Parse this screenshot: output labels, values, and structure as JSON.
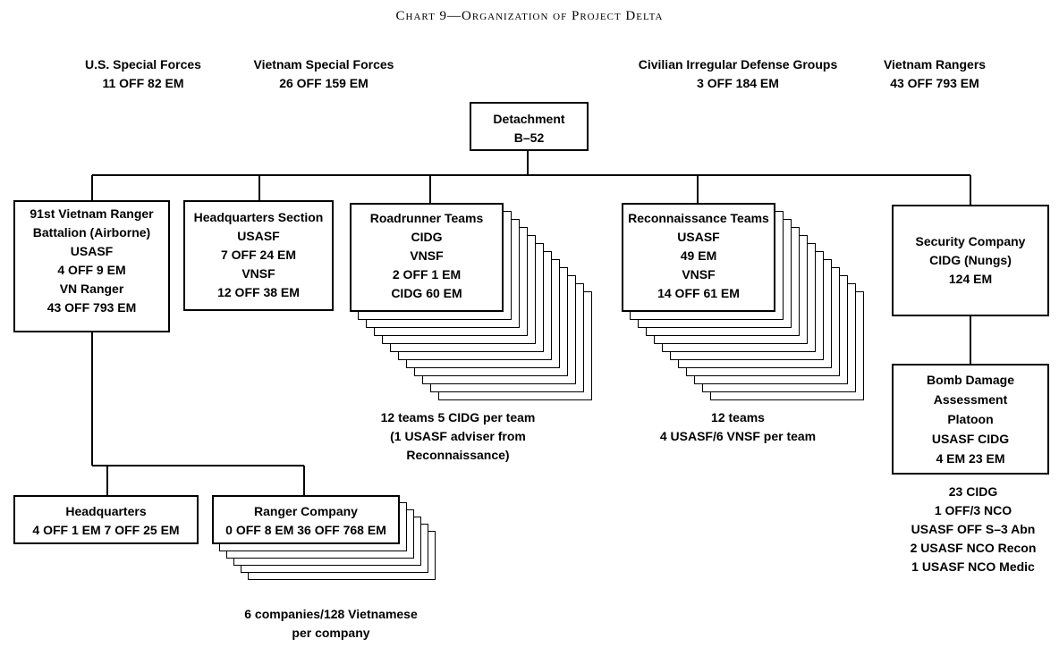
{
  "title": "Chart 9—Organization of Project Delta",
  "summary": [
    {
      "name": "U.S. Special Forces",
      "count": "11 OFF 82 EM"
    },
    {
      "name": "Vietnam Special Forces",
      "count": "26 OFF 159 EM"
    },
    {
      "name": "Civilian Irregular Defense Groups",
      "count": "3 OFF 184 EM"
    },
    {
      "name": "Vietnam Rangers",
      "count": "43 OFF 793 EM"
    }
  ],
  "root": {
    "lines": [
      "Detachment",
      "B–52"
    ]
  },
  "units": {
    "ranger_battalion": {
      "lines": [
        "91st Vietnam Ranger",
        "Battalion (Airborne)",
        "USASF",
        "4 OFF 9 EM",
        "VN Ranger",
        "43 OFF 793 EM"
      ]
    },
    "hq_section": {
      "lines": [
        "Headquarters Section",
        "USASF",
        "7 OFF 24 EM",
        "VNSF",
        "12 OFF 38 EM"
      ]
    },
    "roadrunner": {
      "lines": [
        "Roadrunner Teams",
        "CIDG",
        "VNSF",
        "2 OFF 1 EM",
        "CIDG 60 EM"
      ]
    },
    "recon": {
      "lines": [
        "Reconnaissance Teams",
        "USASF",
        "49 EM",
        "VNSF",
        "14 OFF 61 EM"
      ]
    },
    "security": {
      "lines": [
        "Security Company",
        "CIDG (Nungs)",
        "124 EM"
      ]
    },
    "bda": {
      "lines": [
        "Bomb Damage",
        "Assessment",
        "Platoon",
        "USASF CIDG",
        "4 EM 23 EM"
      ]
    },
    "headquarters": {
      "lines": [
        "Headquarters",
        "4 OFF 1 EM 7 OFF 25 EM"
      ]
    },
    "ranger_company": {
      "lines": [
        "Ranger Company",
        "0 OFF 8 EM 36 OFF 768 EM"
      ]
    }
  },
  "notes": {
    "roadrunner": [
      "12 teams 5 CIDG per team",
      "(1 USASF adviser from",
      "Reconnaissance)"
    ],
    "recon": [
      "12 teams",
      "4 USASF/6 VNSF per team"
    ],
    "bda": [
      "23 CIDG",
      "1 OFF/3 NCO",
      "USASF OFF S–3 Abn",
      "2 USASF NCO Recon",
      "1 USASF NCO Medic"
    ],
    "ranger_company": [
      "6 companies/128 Vietnamese",
      "per company"
    ]
  }
}
